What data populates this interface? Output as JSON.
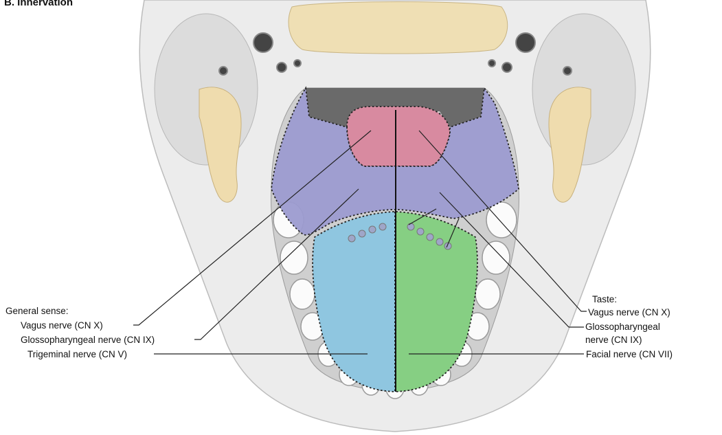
{
  "title": "B. Innervation",
  "general_sense": {
    "header": "General sense:",
    "vagus": "Vagus nerve (CN X)",
    "glossopharyngeal": "Glossopharyngeal nerve (CN IX)",
    "trigeminal": "Trigeminal nerve (CN V)"
  },
  "taste": {
    "header": "Taste:",
    "vagus": "Vagus nerve (CN X)",
    "glossopharyngeal_line1": "Glossopharyngeal",
    "glossopharyngeal_line2": "nerve (CN IX)",
    "facial": "Facial nerve (CN VII)"
  },
  "colors": {
    "vagus_region": "#d88aa0",
    "glossopharyngeal_region": "#9c9bd0",
    "trigeminal_region": "#8fc6e0",
    "facial_region": "#86cf83",
    "bone": "#f0e0b8",
    "tissue": "#e6e6e6"
  }
}
